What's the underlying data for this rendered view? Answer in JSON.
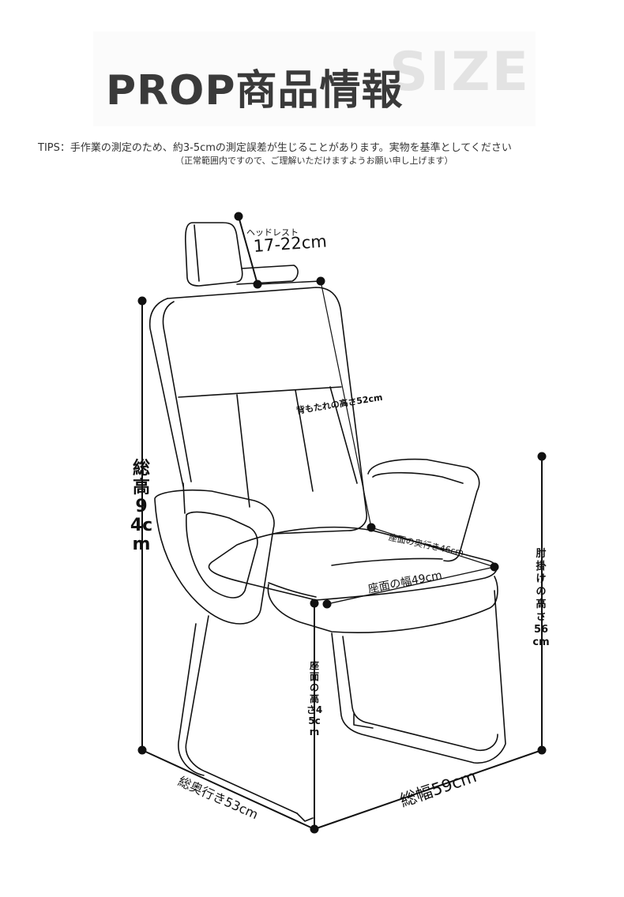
{
  "header": {
    "title": "PROP商品情報",
    "size_word": "SIZE",
    "tips": "TIPS：手作業の測定のため、約3-5cmの測定誤差が生じることがあります。実物を基準としてください",
    "tips_note": "（正常範囲内ですので、ご理解いただけますようお願い申し上げます）"
  },
  "dimensions": {
    "headrest_label": "ヘッドレスト",
    "headrest_value": "17-22cm",
    "backrest_height": "背もたれの高さ52cm",
    "seat_depth": "座面の奥行き46cm",
    "seat_width": "座面の幅49cm",
    "total_height": "総高94cm",
    "armrest_height": "肘掛けの高さ56cm",
    "seat_height": "座面の高さ45cm",
    "total_depth": "総奥行き53cm",
    "total_width": "総幅59cm"
  },
  "colors": {
    "line": "#111111",
    "title": "#3a3a3a",
    "size_word": "#e3e3e3"
  }
}
